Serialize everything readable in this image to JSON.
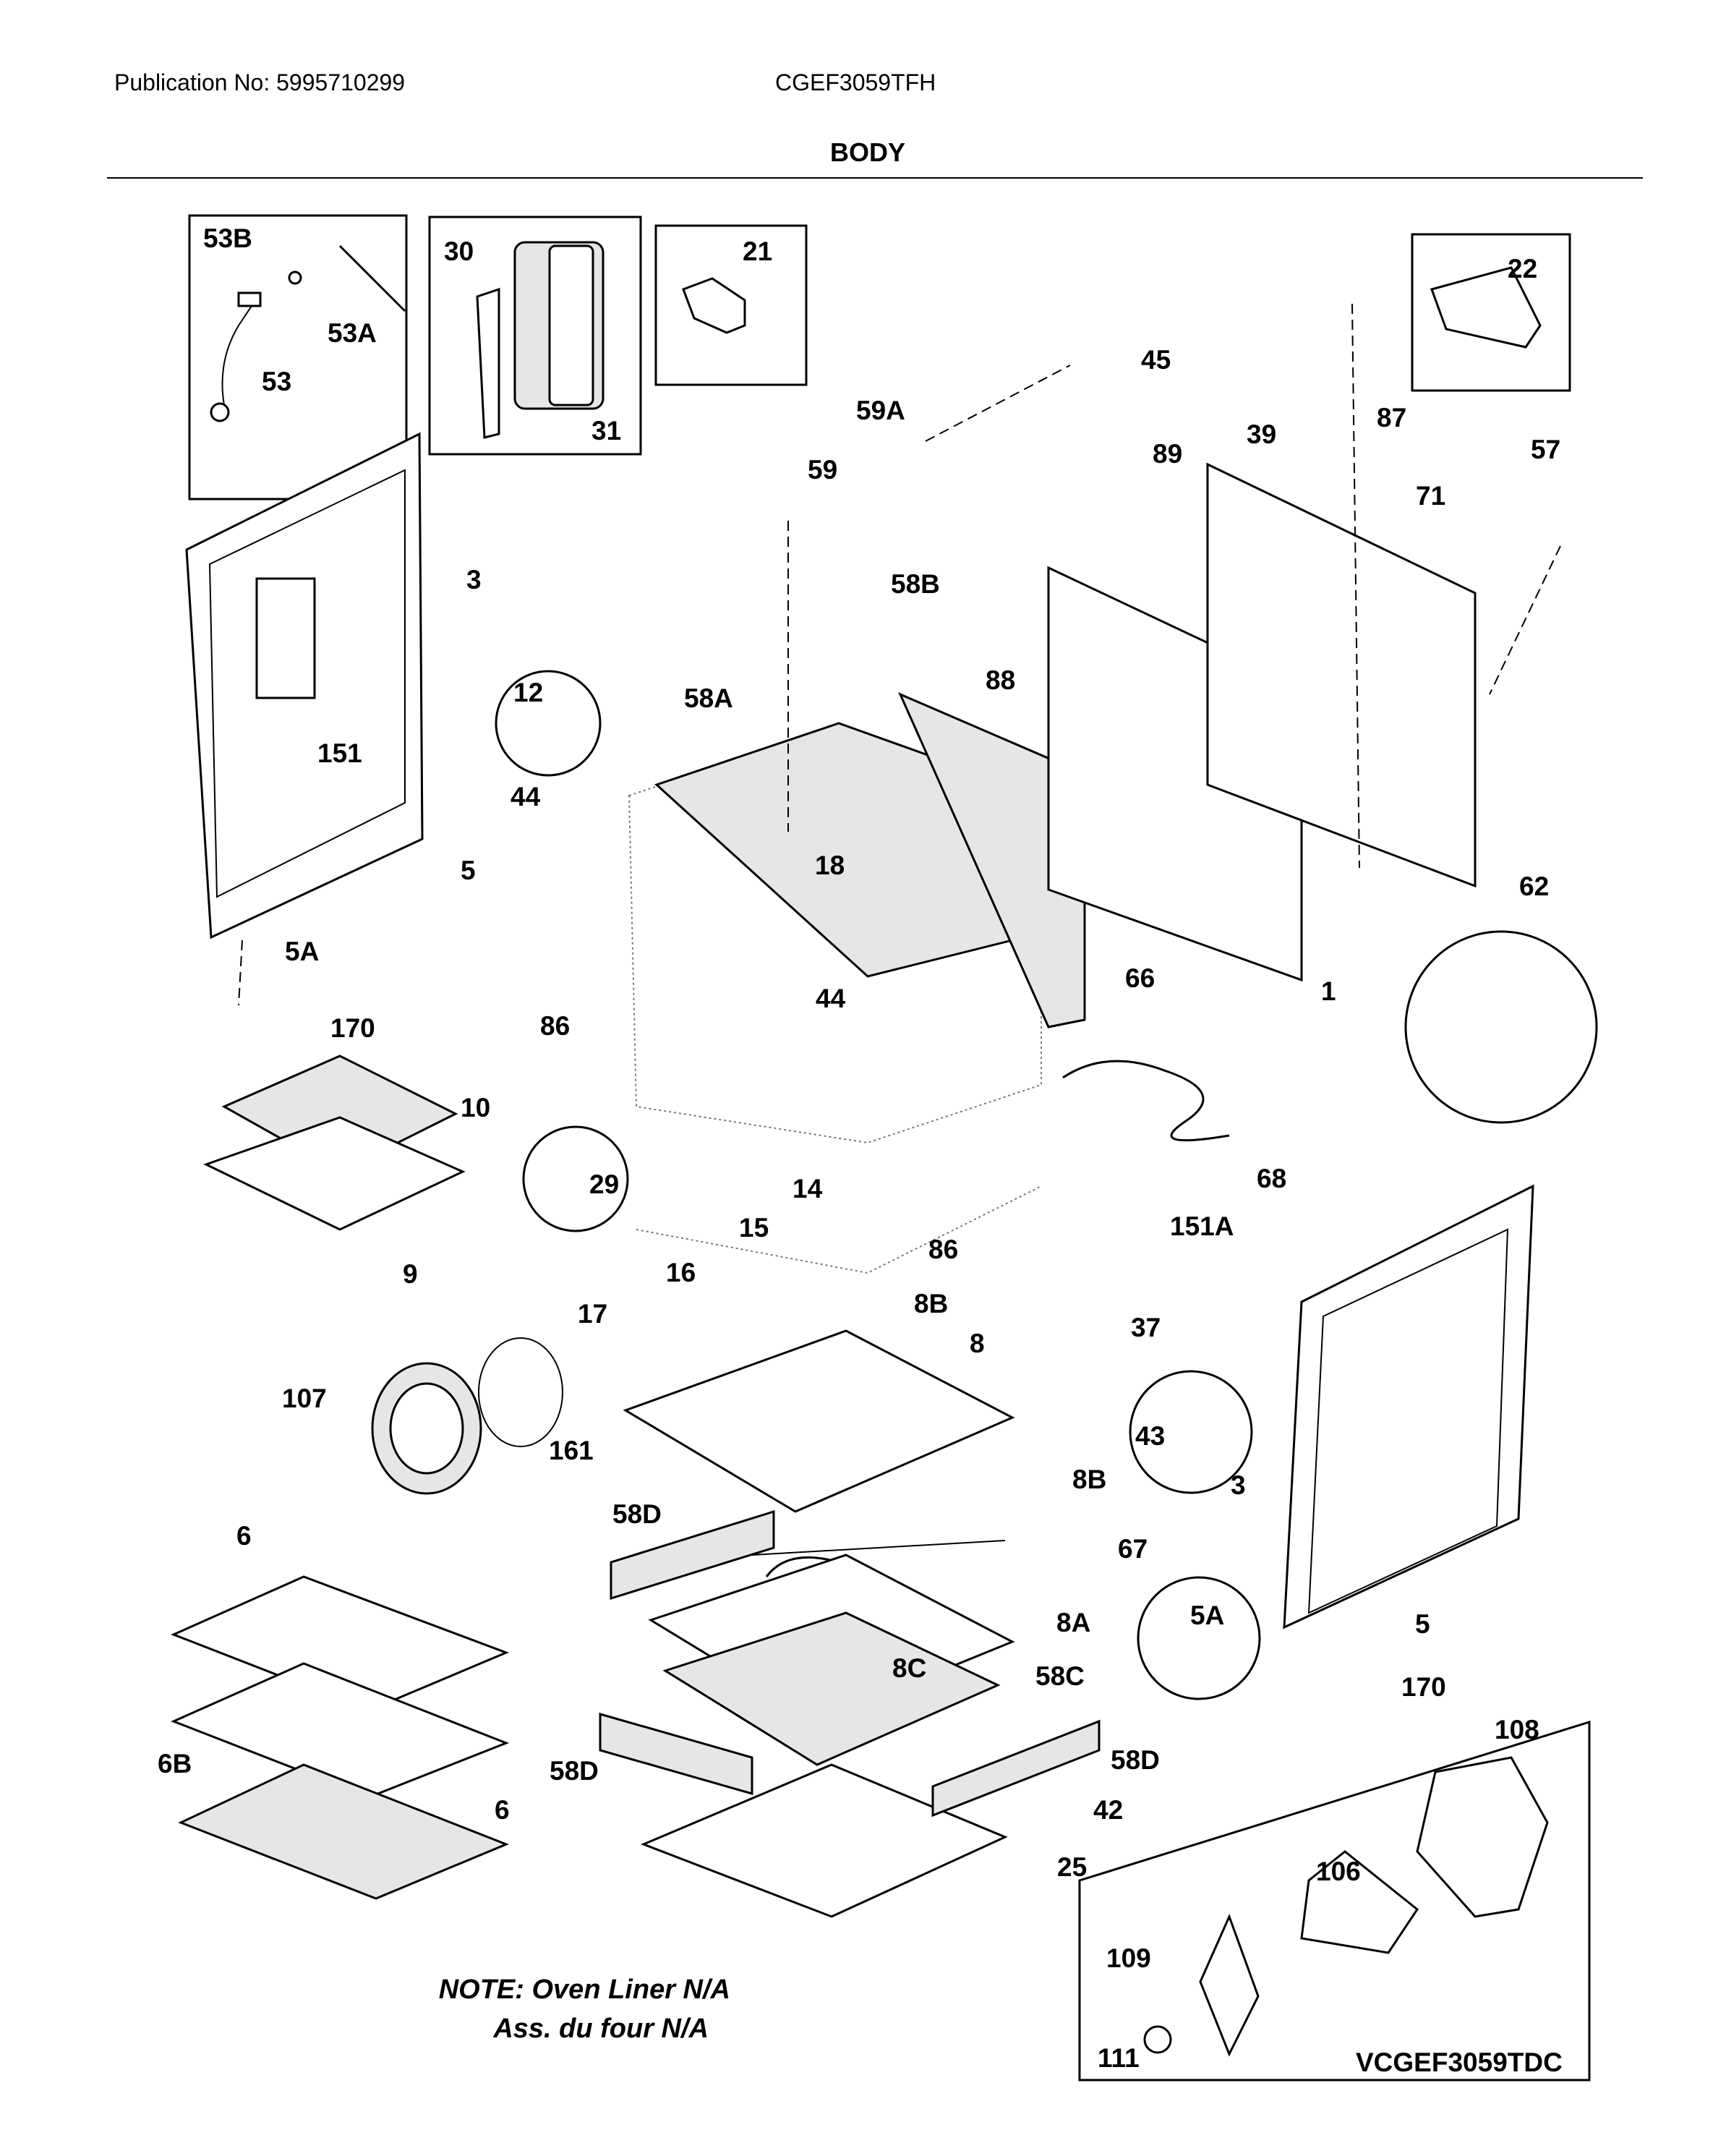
{
  "header": {
    "publication": "Publication No: 5995710299",
    "model": "CGEF3059TFH",
    "section": "BODY"
  },
  "parts": [
    "53B",
    "53A",
    "53",
    "30",
    "31",
    "21",
    "22",
    "45",
    "59A",
    "39",
    "87",
    "59",
    "89",
    "57",
    "71",
    "3",
    "58B",
    "88",
    "12",
    "58A",
    "44",
    "18",
    "151",
    "5",
    "62",
    "5A",
    "66",
    "170",
    "44",
    "86",
    "1",
    "10",
    "29",
    "14",
    "86",
    "68",
    "9",
    "15",
    "16",
    "151A",
    "8B",
    "17",
    "37",
    "8",
    "107",
    "43",
    "161",
    "8B",
    "3",
    "58D",
    "6",
    "67",
    "5A",
    "5",
    "8A",
    "8C",
    "58C",
    "170",
    "108",
    "6B",
    "58D",
    "58D",
    "6",
    "42",
    "106",
    "25",
    "109",
    "111"
  ],
  "note": {
    "line1": "NOTE: Oven Liner N/A",
    "line2": "Ass. du four N/A"
  },
  "diagram_code": "VCGEF3059TDC"
}
